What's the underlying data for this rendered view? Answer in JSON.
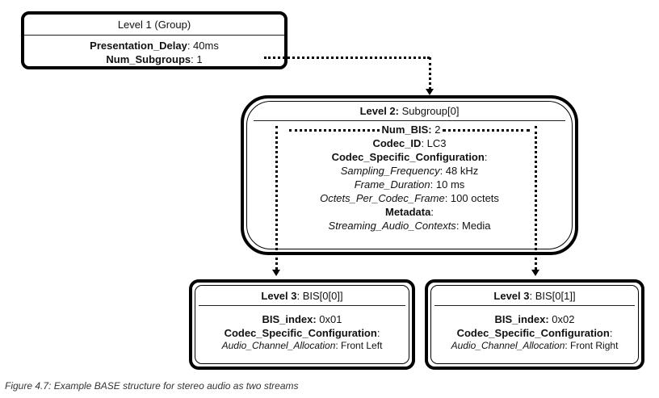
{
  "level1": {
    "title": "Level 1 (Group)",
    "presentation_delay_key": "Presentation_Delay",
    "presentation_delay_val": ": 40ms",
    "num_subgroups_key": "Num_Subgroups",
    "num_subgroups_val": ": 1"
  },
  "level2": {
    "title_key": "Level 2:",
    "title_val": " Subgroup[0]",
    "num_bis_key": "Num_BIS:",
    "num_bis_val": " 2",
    "codec_id_key": "Codec_ID",
    "codec_id_val": ": LC3",
    "csc_key": "Codec_Specific_Configuration",
    "csc_val": ":",
    "sampling_key": "Sampling_Frequency",
    "sampling_val": ": 48 kHz",
    "frame_key": "Frame_Duration",
    "frame_val": ": 10 ms",
    "octets_key": "Octets_Per_Codec_Frame",
    "octets_val": ": 100 octets",
    "metadata_key": "Metadata",
    "metadata_val": ":",
    "streaming_key": "Streaming_Audio_Contexts",
    "streaming_val": ": Media"
  },
  "bis_left": {
    "title_key": "Level 3",
    "title_val": ": BIS[0[0]]",
    "index_key": "BIS_index:",
    "index_val": " 0x01",
    "csc_key": "Codec_Specific_Configuration",
    "csc_val": ":",
    "alloc_key": "Audio_Channel_Allocation",
    "alloc_val": ": Front Left"
  },
  "bis_right": {
    "title_key": "Level 3",
    "title_val": ": BIS[0[1]]",
    "index_key": "BIS_index:",
    "index_val": " 0x02",
    "csc_key": "Codec_Specific_Configuration",
    "csc_val": ":",
    "alloc_key": "Audio_Channel_Allocation",
    "alloc_val": ": Front Right"
  },
  "caption": "Figure 4.7: Example BASE structure for stereo audio as two streams"
}
